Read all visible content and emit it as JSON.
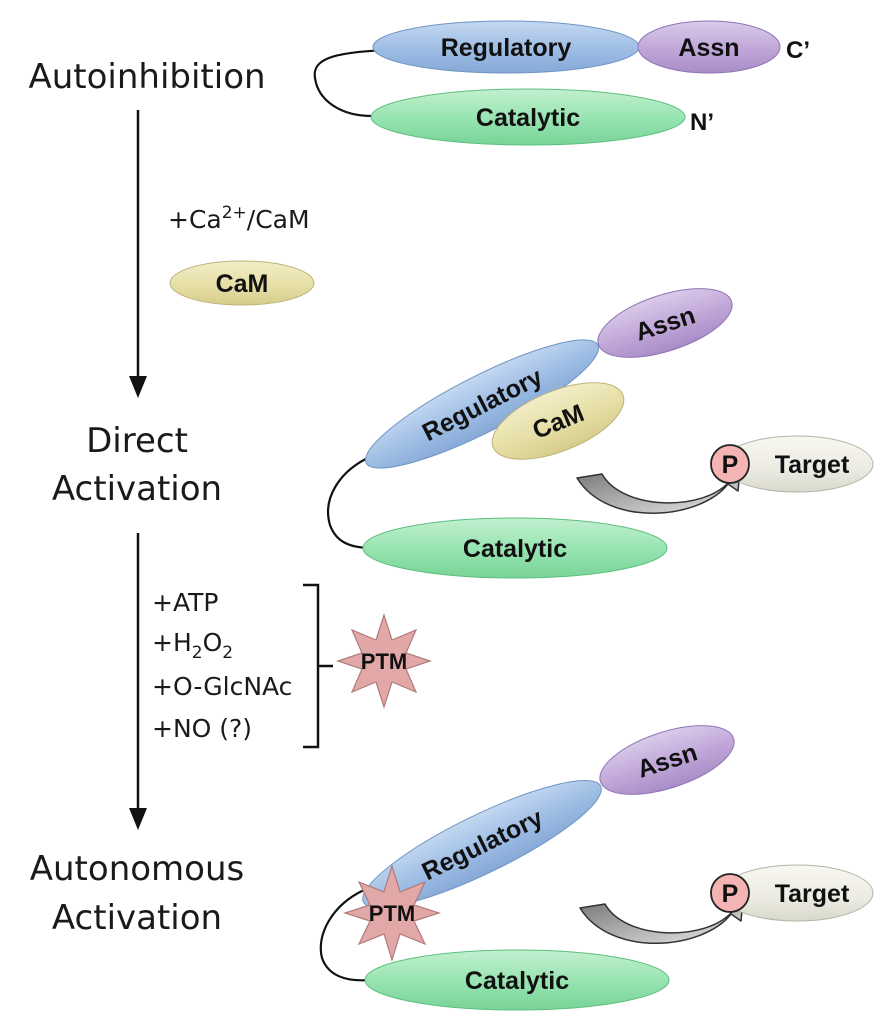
{
  "stages": {
    "autoinhibition": "Autoinhibition",
    "direct_line1": "Direct",
    "direct_line2": "Activation",
    "autonomous_line1": "Autonomous",
    "autonomous_line2": "Activation"
  },
  "conditions": {
    "cam_prefix": "+Ca",
    "cam_superscript": "2+",
    "cam_suffix": "/CaM",
    "atp": "+ATP",
    "h2o2_h": "+H",
    "h2o2_sub1": "2",
    "h2o2_o": "O",
    "h2o2_sub2": "2",
    "oglcnac": "+O-GlcNAc",
    "no": "+NO (?)"
  },
  "domains": {
    "regulatory": "Regulatory",
    "catalytic": "Catalytic",
    "association": "Assn",
    "calmodulin": "CaM",
    "ptm": "PTM",
    "phospho": "P",
    "target": "Target"
  },
  "termini": {
    "c_terminus": "C’",
    "n_terminus": "N’"
  },
  "colors": {
    "regulatory": "#9dbde4",
    "catalytic": "#95e3b0",
    "association": "#c0a6d8",
    "calmodulin": "#e6dfa6",
    "ptm": "#e2a8a8",
    "phospho": "#f4b4b4",
    "target": "#ecebe2"
  }
}
